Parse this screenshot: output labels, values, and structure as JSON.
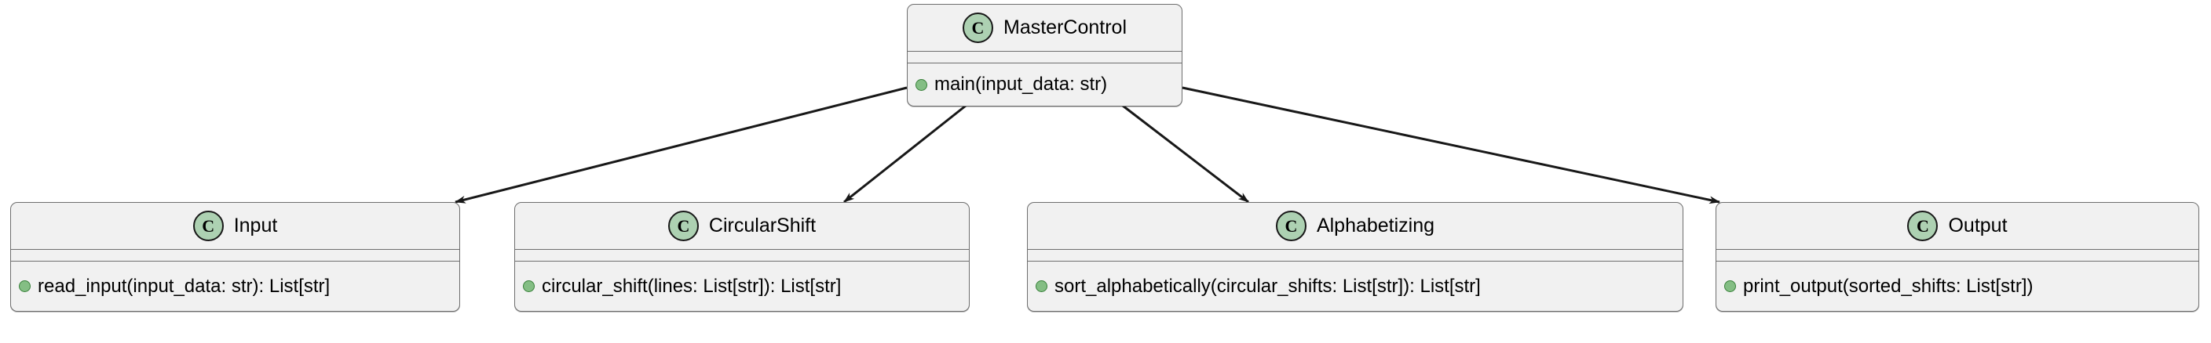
{
  "diagram": {
    "type": "uml-class-diagram",
    "background": "#ffffff",
    "class_icon_letter": "C",
    "class_icon_color": "#ADD1B2",
    "box_fill": "#F1F1F1",
    "box_border": "#6E6E6E",
    "visibility_public_color": "#84BE84",
    "edge_color": "#181818"
  },
  "classes": [
    {
      "id": "master-control",
      "name": "MasterControl",
      "icon": "class-icon-C",
      "attributes": [],
      "methods": [
        {
          "visibility": "public",
          "signature": "main(input_data: str)"
        }
      ]
    },
    {
      "id": "input",
      "name": "Input",
      "icon": "class-icon-C",
      "attributes": [],
      "methods": [
        {
          "visibility": "public",
          "signature": "read_input(input_data: str): List[str]"
        }
      ]
    },
    {
      "id": "circular-shift",
      "name": "CircularShift",
      "icon": "class-icon-C",
      "attributes": [],
      "methods": [
        {
          "visibility": "public",
          "signature": "circular_shift(lines: List[str]): List[str]"
        }
      ]
    },
    {
      "id": "alphabetizing",
      "name": "Alphabetizing",
      "icon": "class-icon-C",
      "attributes": [],
      "methods": [
        {
          "visibility": "public",
          "signature": "sort_alphabetically(circular_shifts: List[str]): List[str]"
        }
      ]
    },
    {
      "id": "output",
      "name": "Output",
      "icon": "class-icon-C",
      "attributes": [],
      "methods": [
        {
          "visibility": "public",
          "signature": "print_output(sorted_shifts: List[str])"
        }
      ]
    }
  ],
  "relationships": [
    {
      "from": "MasterControl",
      "to": "Input",
      "style": "association-arrow"
    },
    {
      "from": "MasterControl",
      "to": "CircularShift",
      "style": "association-arrow"
    },
    {
      "from": "MasterControl",
      "to": "Alphabetizing",
      "style": "association-arrow"
    },
    {
      "from": "MasterControl",
      "to": "Output",
      "style": "association-arrow"
    }
  ]
}
